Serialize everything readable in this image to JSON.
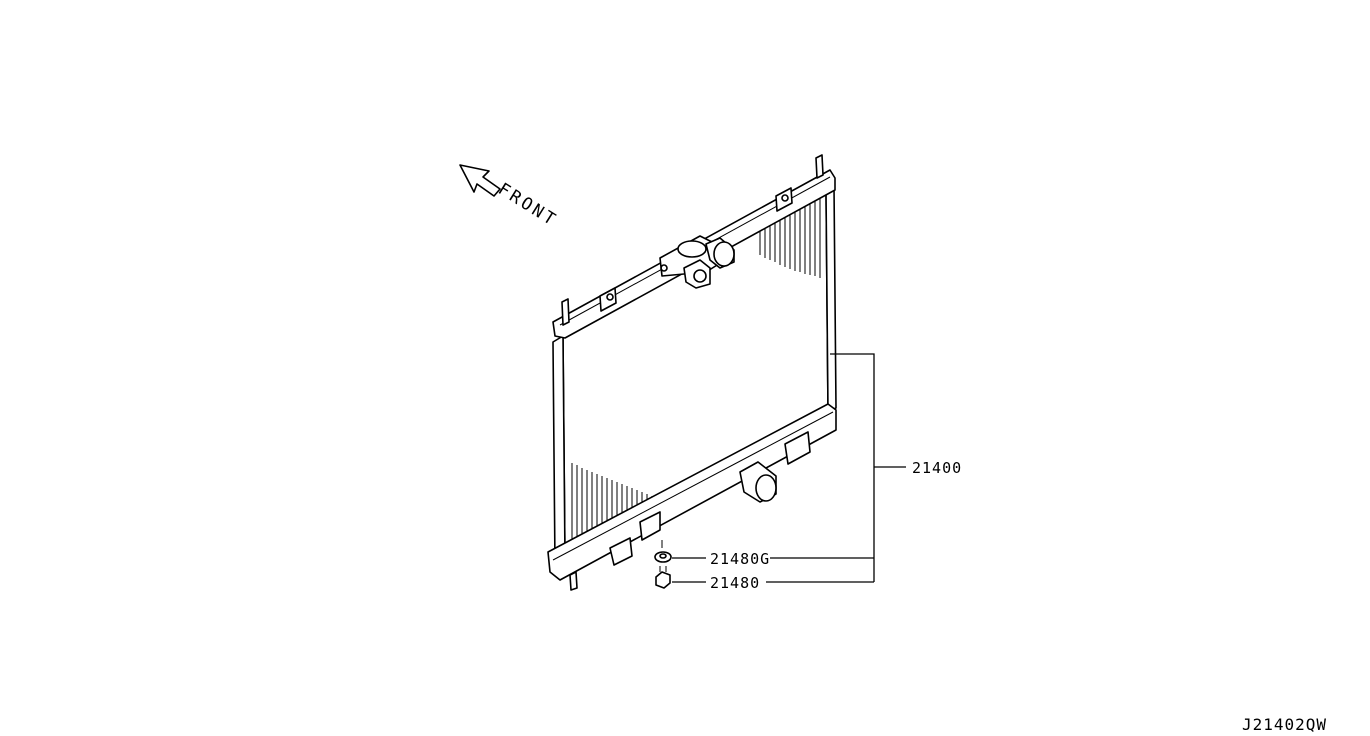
{
  "direction_label": "FRONT",
  "callouts": [
    {
      "part_number": "21400",
      "name": "radiator"
    },
    {
      "part_number": "21480G",
      "name": "washer"
    },
    {
      "part_number": "21480",
      "name": "bolt"
    }
  ],
  "drawing_code": "J21402QW"
}
